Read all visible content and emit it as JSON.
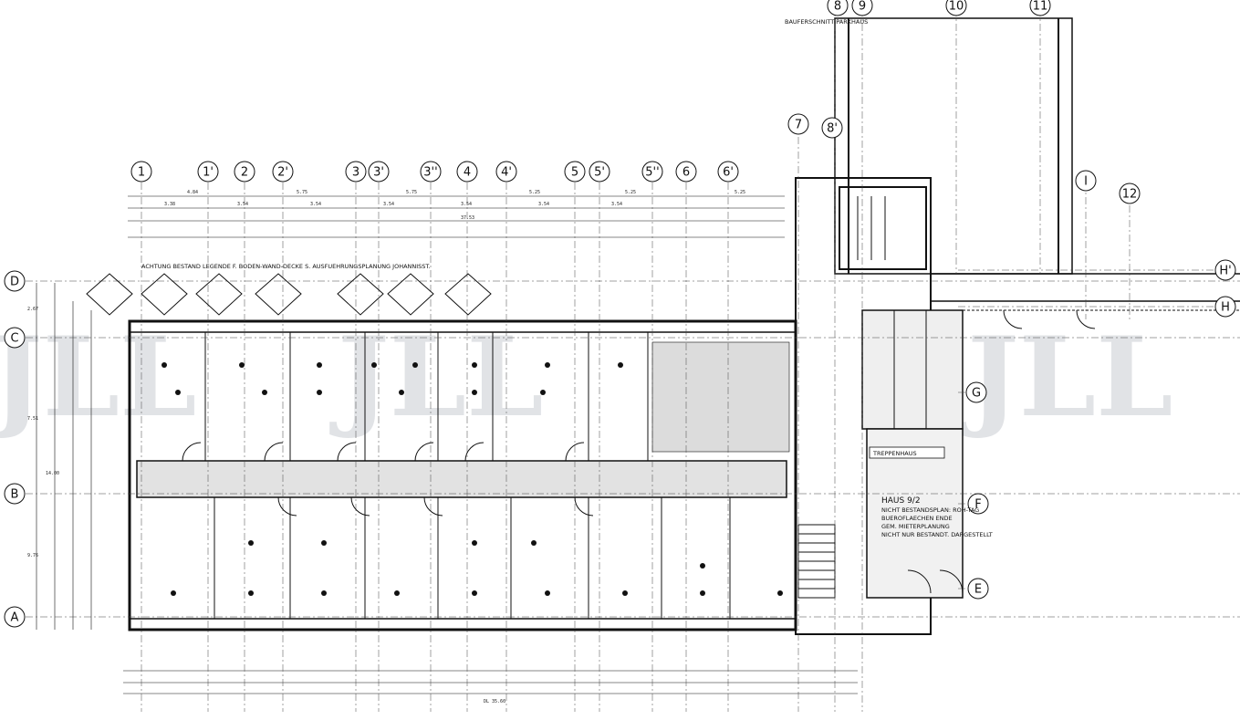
{
  "watermark": "JLL",
  "top_grid_axes": [
    {
      "label": "1"
    },
    {
      "label": "1'"
    },
    {
      "label": "2"
    },
    {
      "label": "2'"
    },
    {
      "label": "3"
    },
    {
      "label": "3'"
    },
    {
      "label": "3''"
    },
    {
      "label": "4"
    },
    {
      "label": "4'"
    },
    {
      "label": "5"
    },
    {
      "label": "5'"
    },
    {
      "label": "5''"
    },
    {
      "label": "6"
    },
    {
      "label": "6'"
    }
  ],
  "upper_grid_axes": [
    {
      "label": "7"
    },
    {
      "label": "8'"
    },
    {
      "label": "8"
    },
    {
      "label": "9"
    },
    {
      "label": "10"
    },
    {
      "label": "11"
    },
    {
      "label": "I"
    },
    {
      "label": "12"
    }
  ],
  "left_grid_axes": [
    {
      "label": "D"
    },
    {
      "label": "C"
    },
    {
      "label": "B"
    },
    {
      "label": "A"
    }
  ],
  "right_grid_axes": [
    {
      "label": "H'"
    },
    {
      "label": "H"
    },
    {
      "label": "G"
    },
    {
      "label": "F"
    },
    {
      "label": "E"
    }
  ],
  "notes": {
    "bestand": "ACHTUNG BESTAND LEGENDE F. BODEN-WAND-DECKE S. AUSFUEHRUNGSPLANUNG JOHANNISST.",
    "parkhaus": "BAUFERSCHNITT PARKHAUS",
    "treppenhaus": "TREPPENHAUS",
    "haus": "HAUS 9/2",
    "haus_lines": [
      "NICHT BESTANDSPLAN: ROH-TAG",
      "BUEROFLAECHEN ENDE",
      "GEM. MIETERPLANUNG",
      "NICHT NUR BESTANDT. DARGESTELLT"
    ]
  },
  "dimensions": {
    "top_row": [
      "4.84",
      "5.75",
      "5.75",
      "5.25",
      "5.25",
      "5.25"
    ],
    "second_row": [
      "3.38",
      "3.54",
      "3.54",
      "3.54",
      "3.54",
      "3.54",
      "3.54"
    ],
    "total": "37.53",
    "left_col": [
      "2.67",
      "7.51",
      "14.00",
      "9.76"
    ],
    "bottom_total": "DL 35.60"
  }
}
